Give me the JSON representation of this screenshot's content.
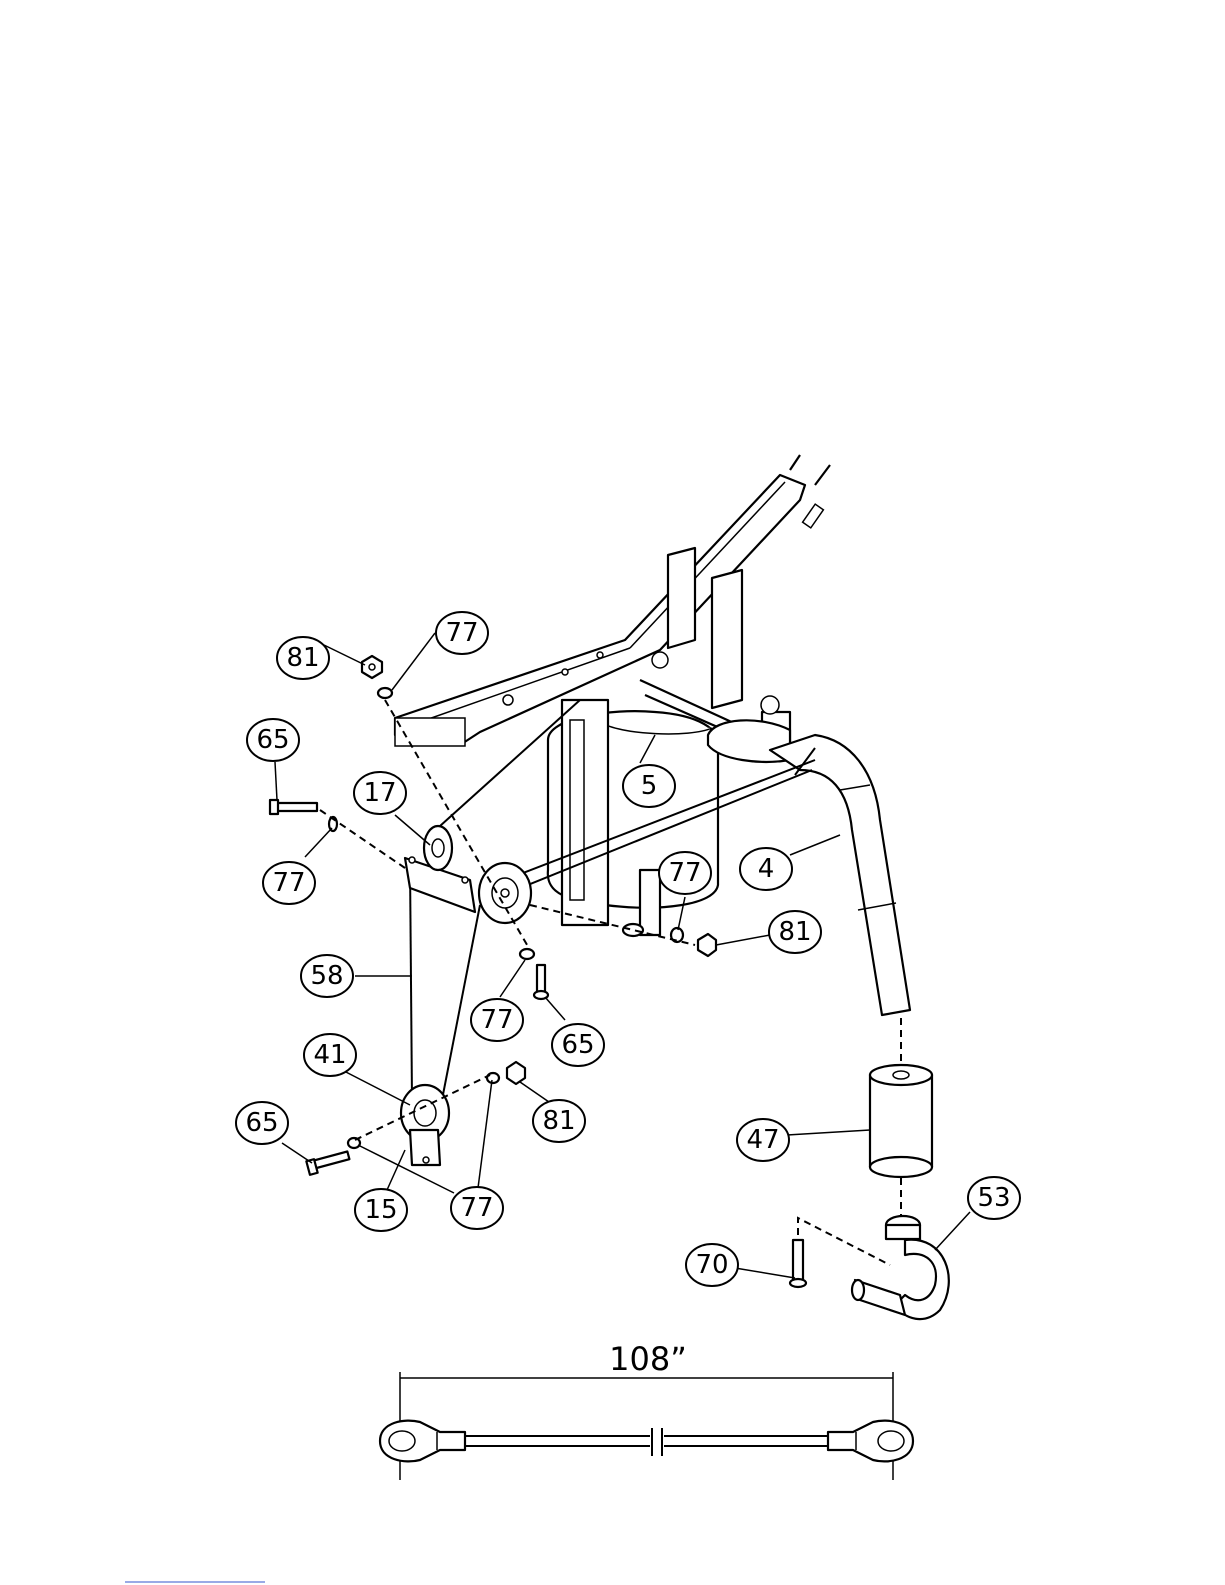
{
  "callouts": [
    {
      "id": "c81a",
      "label": "81"
    },
    {
      "id": "c77a",
      "label": "77"
    },
    {
      "id": "c65a",
      "label": "65"
    },
    {
      "id": "c17",
      "label": "17"
    },
    {
      "id": "c77b",
      "label": "77"
    },
    {
      "id": "c5",
      "label": "5"
    },
    {
      "id": "c77c",
      "label": "77"
    },
    {
      "id": "c4",
      "label": "4"
    },
    {
      "id": "c81b",
      "label": "81"
    },
    {
      "id": "c58",
      "label": "58"
    },
    {
      "id": "c77d",
      "label": "77"
    },
    {
      "id": "c65b",
      "label": "65"
    },
    {
      "id": "c41",
      "label": "41"
    },
    {
      "id": "c81c",
      "label": "81"
    },
    {
      "id": "c65c",
      "label": "65"
    },
    {
      "id": "c77e",
      "label": "77"
    },
    {
      "id": "c15",
      "label": "15"
    },
    {
      "id": "c47",
      "label": "47"
    },
    {
      "id": "c53",
      "label": "53"
    },
    {
      "id": "c70",
      "label": "70"
    }
  ],
  "cable_dimension": "108”"
}
